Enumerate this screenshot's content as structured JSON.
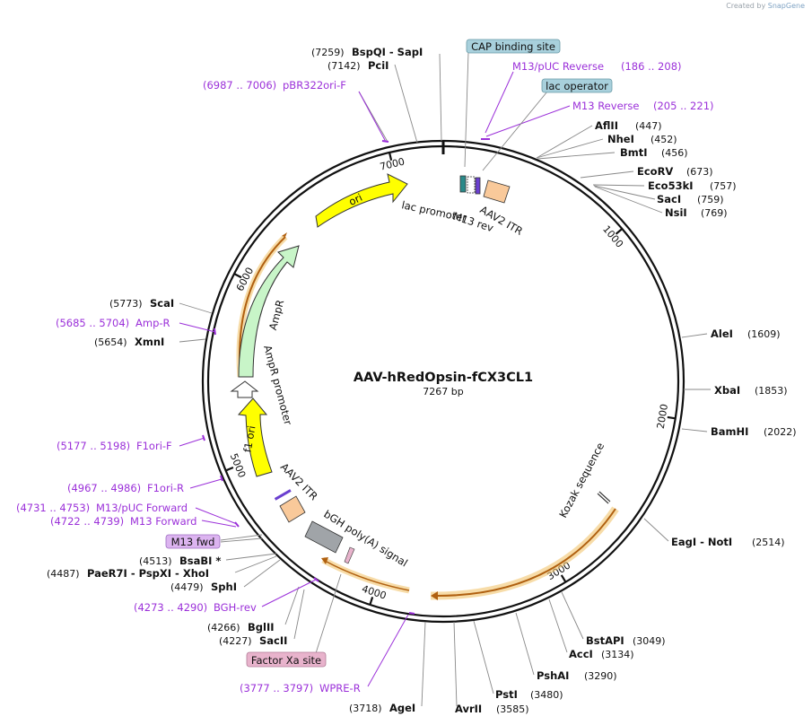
{
  "credit": {
    "prefix": "Created by",
    "brand": "SnapGene"
  },
  "title": "AAV-hRedOpsin-fCX3CL1",
  "length_label": "7267 bp",
  "total_bp": 7267,
  "colors": {
    "primer": "#9b30d9",
    "ori": "#ffff00",
    "ampr": "#c8f5c8",
    "itr": "#f9c99a",
    "polyA": "#a0a4a8",
    "orf_outline": "#ffd27a",
    "boxed_blue": "#a8d0dc",
    "boxed_pink": "#e8b3cc",
    "boxed_violet": "#dcb4f0"
  },
  "ticks": [
    {
      "label": "1000",
      "bp": 1000
    },
    {
      "label": "2000",
      "bp": 2000
    },
    {
      "label": "3000",
      "bp": 3000
    },
    {
      "label": "4000",
      "bp": 4000
    },
    {
      "label": "5000",
      "bp": 5000
    },
    {
      "label": "6000",
      "bp": 6000
    },
    {
      "label": "7000",
      "bp": 7000
    }
  ],
  "enzymes_right": [
    {
      "name": "AflII",
      "pos": "(447)"
    },
    {
      "name": "NheI",
      "pos": "(452)"
    },
    {
      "name": "BmtI",
      "pos": "(456)"
    },
    {
      "name": "EcoRV",
      "pos": "(673)"
    },
    {
      "name": "Eco53kI",
      "pos": "(757)"
    },
    {
      "name": "SacI",
      "pos": "(759)"
    },
    {
      "name": "NsiI",
      "pos": "(769)"
    },
    {
      "name": "AleI",
      "pos": "(1609)"
    },
    {
      "name": "XbaI",
      "pos": "(1853)"
    },
    {
      "name": "BamHI",
      "pos": "(2022)"
    },
    {
      "name": "EagI - NotI",
      "pos": "(2514)"
    },
    {
      "name": "BstAPI",
      "pos": "(3049)"
    },
    {
      "name": "AccI",
      "pos": "(3134)"
    },
    {
      "name": "PshAI",
      "pos": "(3290)"
    },
    {
      "name": "PstI",
      "pos": "(3480)"
    },
    {
      "name": "AvrII",
      "pos": "(3585)"
    }
  ],
  "enzymes_left": [
    {
      "name": "BspQI - SapI",
      "pos": "(7259)"
    },
    {
      "name": "PciI",
      "pos": "(7142)"
    },
    {
      "name": "ScaI",
      "pos": "(5773)"
    },
    {
      "name": "XmnI",
      "pos": "(5654)"
    },
    {
      "name": "BsaBI *",
      "pos": "(4513)"
    },
    {
      "name": "PaeR7I - PspXI - XhoI",
      "pos": "(4487)"
    },
    {
      "name": "SphI",
      "pos": "(4479)"
    },
    {
      "name": "BglII",
      "pos": "(4266)"
    },
    {
      "name": "SacII",
      "pos": "(4227)"
    },
    {
      "name": "AgeI",
      "pos": "(3718)"
    }
  ],
  "primers": [
    {
      "name": "M13/pUC Reverse",
      "range": "(186 .. 208)"
    },
    {
      "name": "M13 Reverse",
      "range": "(205 .. 221)"
    },
    {
      "name": "pBR322ori-F",
      "range": "(6987 .. 7006)"
    },
    {
      "name": "Amp-R",
      "range": "(5685 .. 5704)"
    },
    {
      "name": "F1ori-F",
      "range": "(5177 .. 5198)"
    },
    {
      "name": "F1ori-R",
      "range": "(4967 .. 4986)"
    },
    {
      "name": "M13/pUC Forward",
      "range": "(4731 .. 4753)"
    },
    {
      "name": "M13 Forward",
      "range": "(4722 .. 4739)"
    },
    {
      "name": "BGH-rev",
      "range": "(4273 .. 4290)"
    },
    {
      "name": "WPRE-R",
      "range": "(3777 .. 3797)"
    }
  ],
  "boxed_labels": {
    "cap": "CAP binding site",
    "lacop": "lac operator",
    "m13fwd": "M13 fwd",
    "factorxa": "Factor Xa site"
  },
  "features": {
    "ori": "ori",
    "lac_promoter": "lac promoter",
    "m13_rev": "M13 rev",
    "aav2_itr_top": "AAV2 ITR",
    "ampr": "AmpR",
    "ampr_promoter": "AmpR promoter",
    "f1_ori": "f1 ori",
    "aav2_itr_bottom": "AAV2 ITR",
    "bgh": "bGH poly(A) signal",
    "kozak": "Kozak sequence"
  }
}
